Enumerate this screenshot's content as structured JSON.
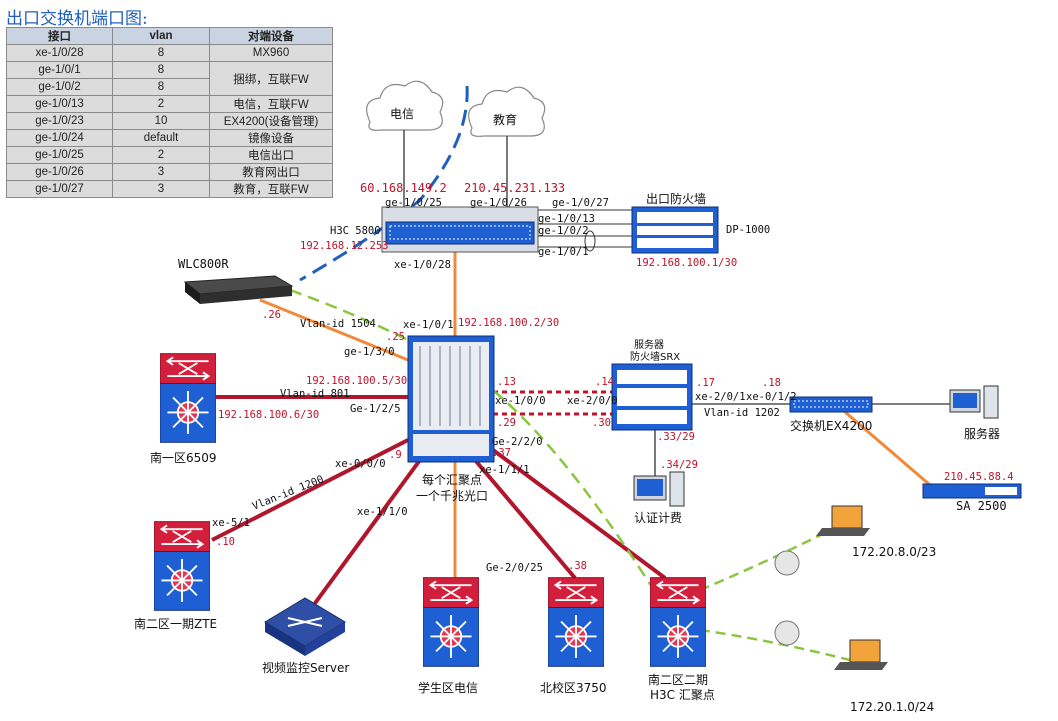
{
  "title": "出口交换机端口图:",
  "table": {
    "headers": [
      "接口",
      "vlan",
      "对端设备"
    ],
    "rows": [
      [
        "xe-1/0/28",
        "8",
        "MX960"
      ],
      [
        "ge-1/0/1",
        "8",
        "捆绑，互联FW"
      ],
      [
        "ge-1/0/2",
        "8",
        ""
      ],
      [
        "ge-1/0/13",
        "2",
        "电信，互联FW"
      ],
      [
        "ge-1/0/23",
        "10",
        "EX4200(设备管理)"
      ],
      [
        "ge-1/0/24",
        "default",
        "镜像设备"
      ],
      [
        "ge-1/0/25",
        "2",
        "电信出口"
      ],
      [
        "ge-1/0/26",
        "3",
        "教育网出口"
      ],
      [
        "ge-1/0/27",
        "3",
        "教育，互联FW"
      ]
    ]
  },
  "clouds": {
    "telecom": "电信",
    "edu": "教育"
  },
  "devices": {
    "h3c5800": "H3C 5800",
    "firewall_out": "出口防火墙",
    "dp1000": "DP-1000",
    "wlc": "WLC800R",
    "srx_line1": "服务器",
    "srx_line2": "防火墙SRX",
    "ex4200": "交换机EX4200",
    "server": "服务器",
    "sa2500": "SA 2500",
    "auth": "认证计费",
    "n1": "南一区6509",
    "zte": "南二区一期ZTE",
    "video": "视频监控Server",
    "student": "学生区电信",
    "north": "北校区3750",
    "n2_line1": "南二区二期",
    "n2_line2": "H3C 汇聚点",
    "core_line1": "每个汇聚点",
    "core_line2": "一个千兆光口"
  },
  "labels": {
    "ip_telecom": "60.168.149.2",
    "ip_edu": "210.45.231.133",
    "p25": "ge-1/0/25",
    "p26": "ge-1/0/26",
    "p27": "ge-1/0/27",
    "p13": "ge-1/0/13",
    "p2": "ge-1/0/2",
    "p1": "ge-1/0/1",
    "ip_h3c": "192.168.12.253",
    "ip_fw": "192.168.100.1/30",
    "xe28": "xe-1/0/28",
    "d26": ".26",
    "vlan1504": "Vlan-id 1504",
    "xe101": "xe-1/0/1",
    "ip_core_up": "192.168.100.2/30",
    "d25": ".25",
    "ge130": "ge-1/3/0",
    "ip_n1_a": "192.168.100.5/30",
    "vlan801": "Vlan-id 801",
    "ge125": "Ge-1/2/5",
    "ip_n1_b": "192.168.100.6/30",
    "d13": ".13",
    "d14": ".14",
    "xe100": "xe-1/0/0",
    "xe200": "xe-2/0/0",
    "d29": ".29",
    "d30": ".30",
    "d17": ".17",
    "d18": ".18",
    "xe201": "xe-2/0/1",
    "xe012": "xe-0/1/2",
    "vlan1202": "Vlan-id 1202",
    "d33": ".33/29",
    "d34": ".34/29",
    "ip_sa": "210.45.88.4",
    "ge220": "Ge-2/2/0",
    "d37": ".37",
    "xe111": "xe-1/1/1",
    "xe000": "xe-0/0/0",
    "d9": ".9",
    "vlan1200": "Vlan-id 1200",
    "xe51": "xe-5/1",
    "d10": ".10",
    "xe110": "xe-1/1/0",
    "ge2025": "Ge-2/0/25",
    "d38": ".38",
    "net8": "172.20.8.0/23",
    "net1": "172.20.1.0/24"
  }
}
